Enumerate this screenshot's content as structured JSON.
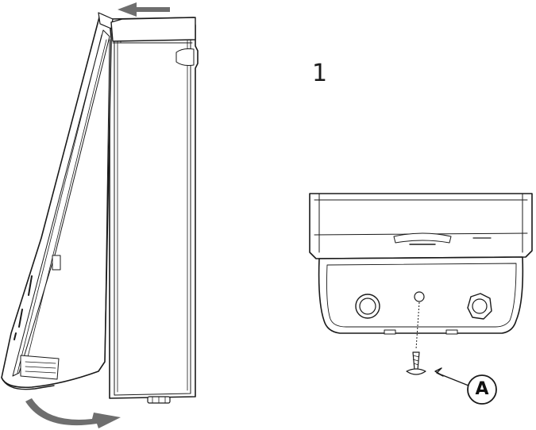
{
  "step": {
    "number": "1"
  },
  "callouts": [
    {
      "letter": "A",
      "target": "screw"
    }
  ],
  "colors": {
    "line": "#1a1a1a",
    "arrow": "#6e6e6e",
    "fill": "#ffffff"
  },
  "icons": [
    "rotate-top-arrow-icon",
    "rotate-bottom-arrow-icon",
    "callout-arrow-icon",
    "screw-icon"
  ]
}
